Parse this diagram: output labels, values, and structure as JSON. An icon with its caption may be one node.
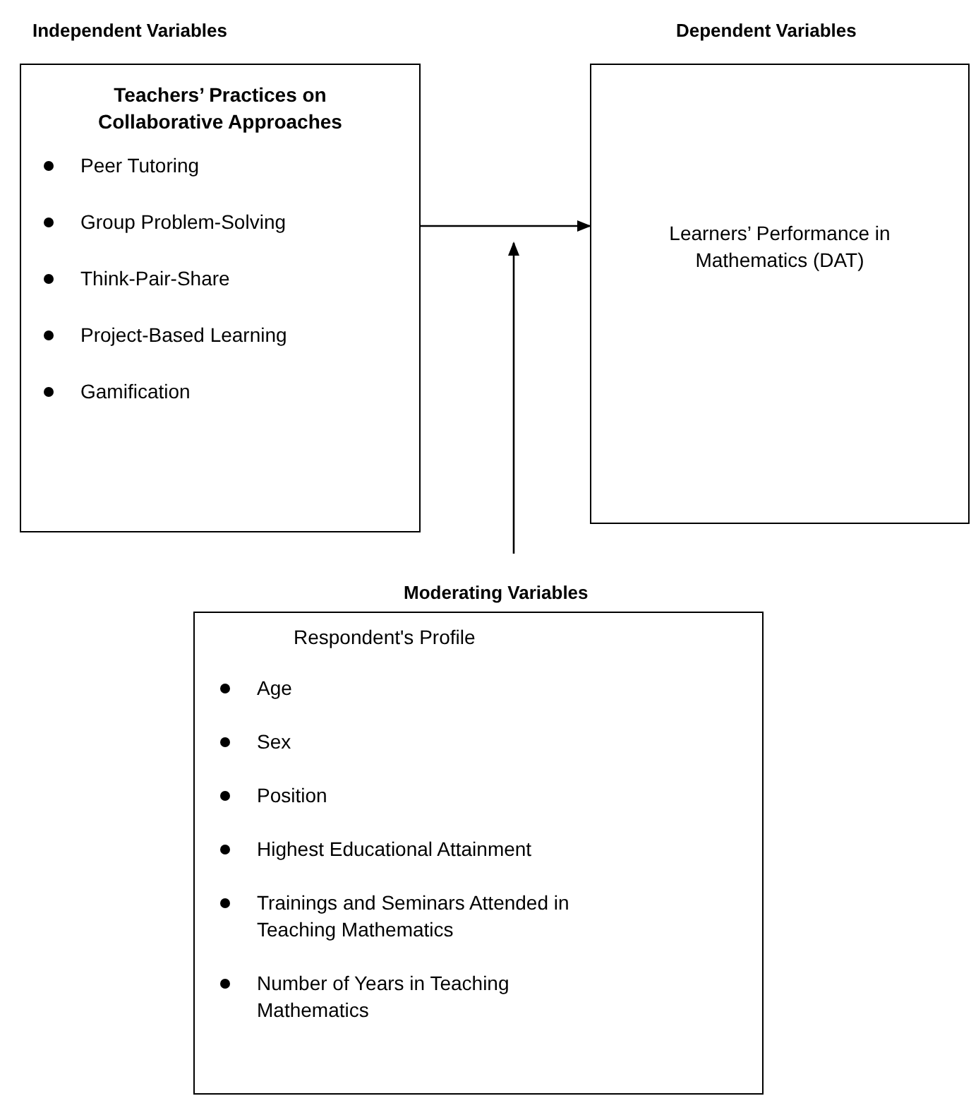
{
  "diagram": {
    "nodes": [
      {
        "text": [
          "Independent Variables",
          "Teachers’ Practices on Collaborative Approaches",
          "Peer Tutoring",
          "Group Problem-Solving",
          "Think-Pair-Share",
          "Project-Based Learning",
          "Gamification"
        ]
      },
      {
        "text": [
          "Dependent Variables",
          "Learners’ Performance in Mathematics (DAT)"
        ]
      },
      {
        "text": [
          "Moderating Variables",
          "Respondent's Profile",
          "Age",
          "Sex",
          "Position",
          "Highest Educational Attainment",
          "Trainings and Seminars Attended in Teaching Mathematics",
          "Number of Years in Teaching Mathematics"
        ]
      }
    ],
    "edges": [
      {
        "from": 0,
        "to": 1,
        "arrow": "to"
      },
      {
        "from": 2,
        "to": null,
        "arrow": "to"
      }
    ]
  }
}
